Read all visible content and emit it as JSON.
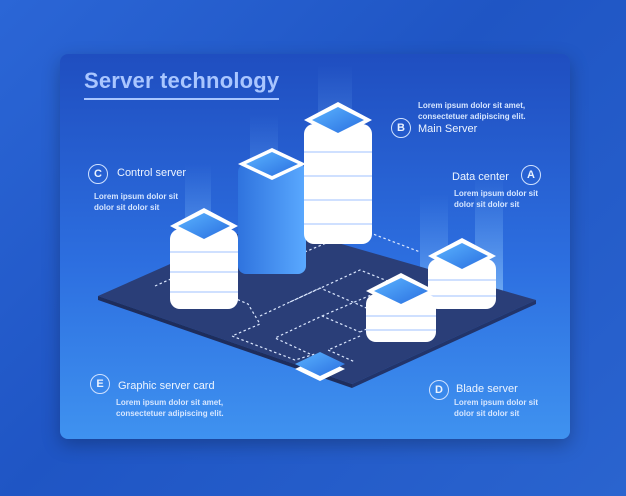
{
  "title": "Server technology",
  "items": [
    {
      "letter": "B",
      "name": "Main Server",
      "lines": [
        "Lorem ipsum dolor sit amet,",
        "consectetuer adipiscing elit."
      ]
    },
    {
      "letter": "C",
      "name": "Control server",
      "lines": [
        "Lorem ipsum dolor sit",
        "dolor sit  dolor sit"
      ]
    },
    {
      "letter": "A",
      "name": "Data center",
      "lines": [
        "Lorem ipsum dolor sit",
        "dolor sit  dolor sit"
      ]
    },
    {
      "letter": "E",
      "name": "Graphic server card",
      "lines": [
        "Lorem ipsum dolor sit amet,",
        "consectetuer adipiscing elit."
      ]
    },
    {
      "letter": "D",
      "name": "Blade server",
      "lines": [
        "Lorem ipsum dolor sit",
        "dolor sit  dolor sit"
      ]
    }
  ],
  "colors": {
    "panel_top": "#1f4ec0",
    "platform": "#2a3e78",
    "server_face": "#ffffff",
    "server_top": "#3d8ff5",
    "connector": "#dce8ff"
  }
}
